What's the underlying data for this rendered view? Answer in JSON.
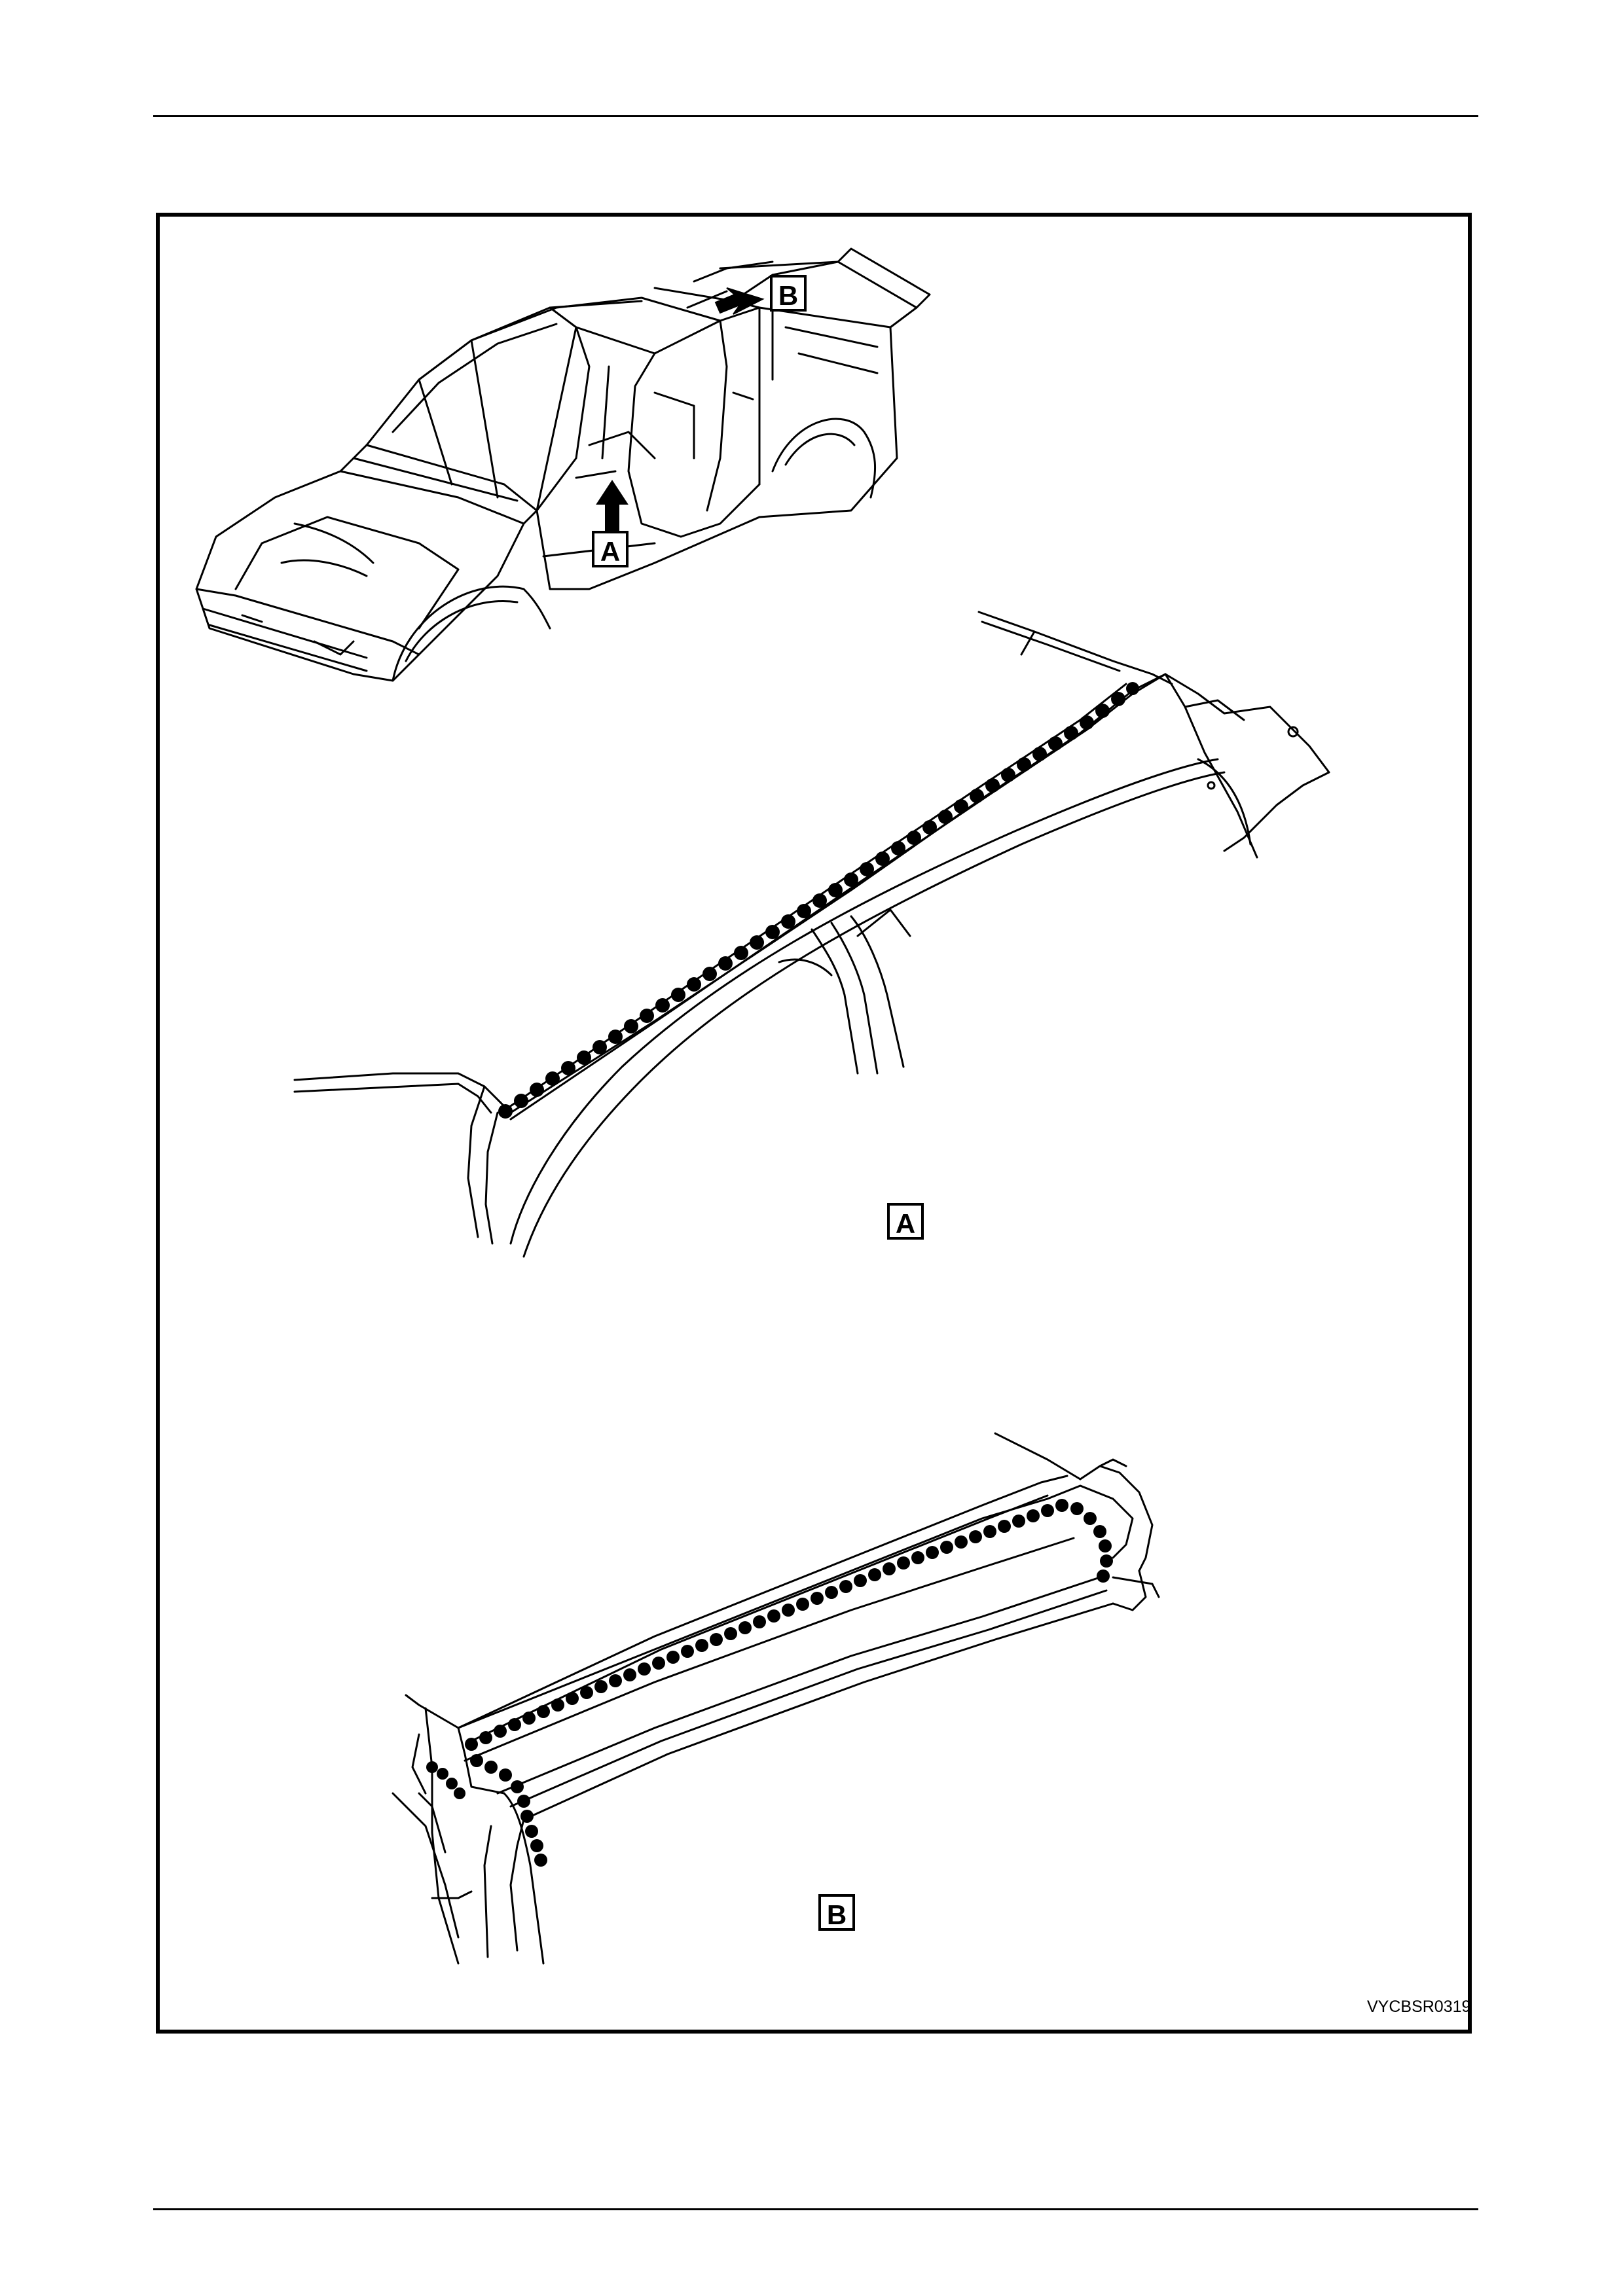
{
  "callouts": {
    "overview_a": "A",
    "overview_b": "B",
    "view_a": "A",
    "view_b": "B"
  },
  "figure_id": "VYCBSR0319",
  "colors": {
    "line": "#000000",
    "background": "#ffffff",
    "sealer": "#000000"
  },
  "icons": {
    "arrow_a": "up-arrow-icon",
    "arrow_b": "left-arrow-icon"
  }
}
